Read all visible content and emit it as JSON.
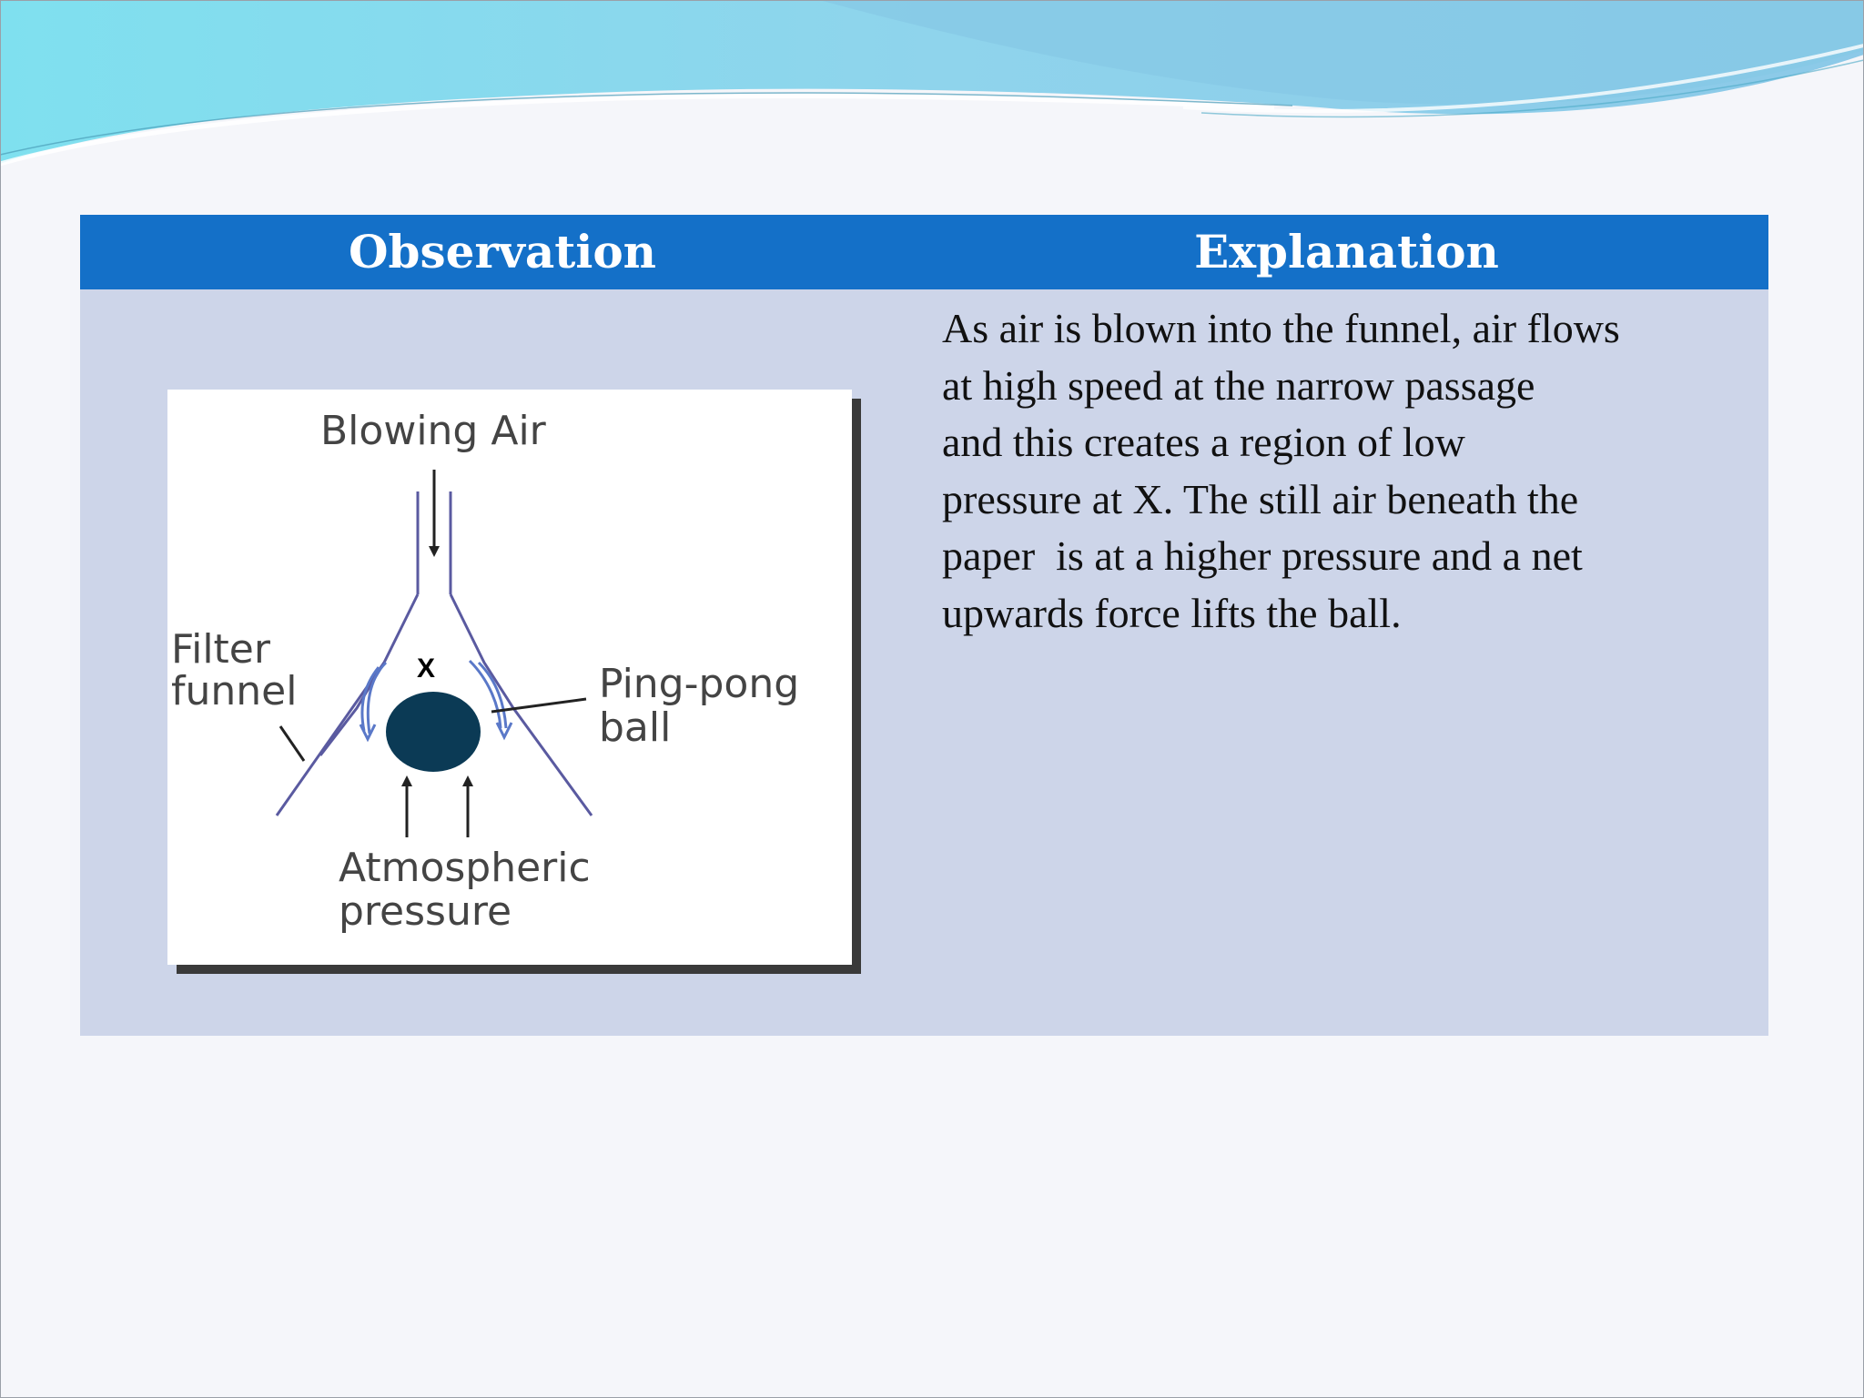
{
  "slide": {
    "background": "#f5f6fa",
    "wave_colors": [
      "#7fd6ec",
      "#8fcbe8",
      "#e9f6fb"
    ]
  },
  "table": {
    "header_color": "#1470c8",
    "body_color": "#cdd5e9",
    "headers": [
      "Observation",
      "Explanation"
    ],
    "explanation": "As air is blown into the funnel, air flows\nat high speed at the narrow passage\nand this creates a region of low\npressure at X. The still air beneath the\npaper  is at a higher pressure and a net\nupwards force lifts the ball."
  },
  "diagram": {
    "labels": {
      "blowing_air": "Blowing Air",
      "filter": "Filter",
      "funnel": "funnel",
      "x_marker": "X",
      "ping_pong": "Ping-pong",
      "ball": "ball",
      "atmospheric": "Atmospheric",
      "pressure": "pressure"
    },
    "icons": [
      "down-arrow-icon",
      "up-arrow-icon",
      "airflow-arrow-icon",
      "ping-pong-ball-icon",
      "funnel-icon"
    ],
    "ball_color": "#0b3a55",
    "funnel_color": "#5a5aa0"
  }
}
